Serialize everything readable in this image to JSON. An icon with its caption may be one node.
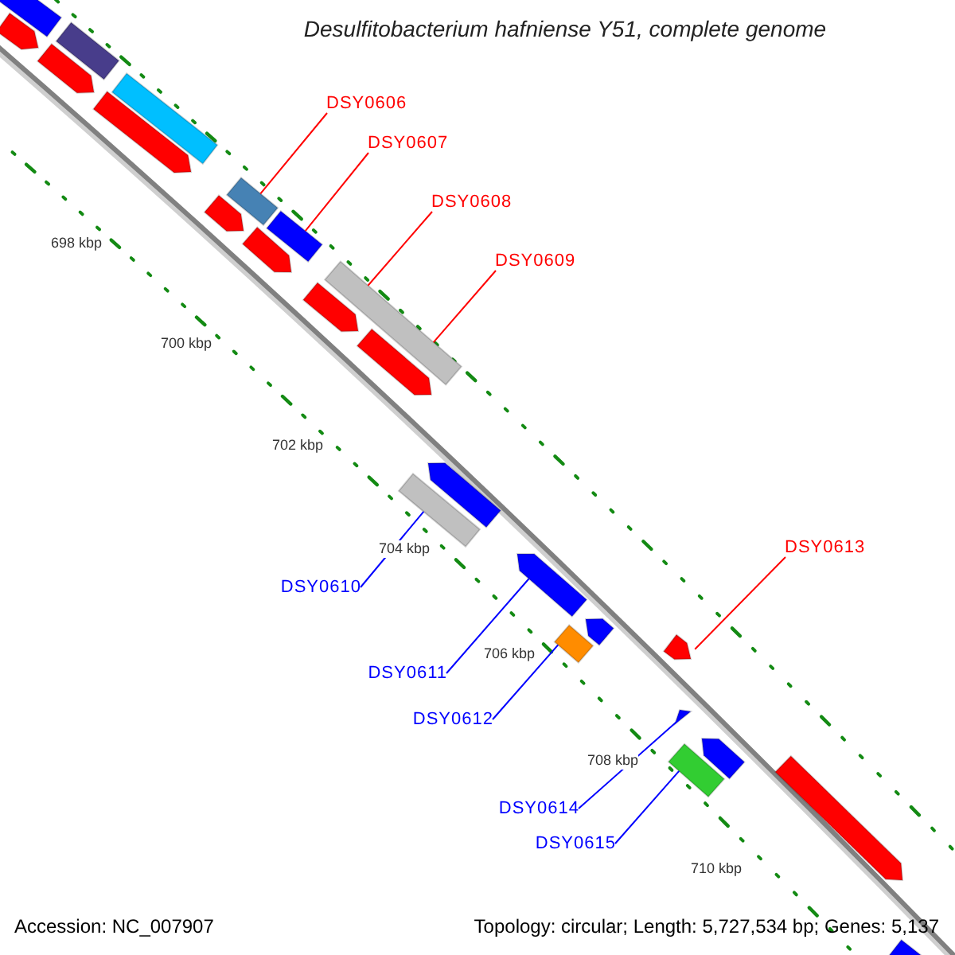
{
  "diagram": {
    "title": "Desulfitobacterium hafniense Y51, complete genome",
    "nodes": [
      {
        "text": [],
        "shape": "bar"
      },
      {
        "text": [],
        "shape": "bar"
      },
      {
        "text": [],
        "shape": "pentagon"
      },
      {
        "text": [],
        "shape": "pentagon"
      },
      {
        "text": [],
        "shape": "bar"
      },
      {
        "text": [],
        "shape": "pentagon"
      },
      {
        "text": [],
        "shape": "bar"
      },
      {
        "text": [],
        "shape": "bar"
      },
      {
        "text": [],
        "shape": "pentagon"
      },
      {
        "text": [],
        "shape": "pentagon"
      },
      {
        "text": [],
        "shape": "bar"
      },
      {
        "text": [],
        "shape": "pentagon"
      },
      {
        "text": [],
        "shape": "pentagon"
      },
      {
        "text": [],
        "shape": "pentagon"
      },
      {
        "text": [],
        "shape": "bar"
      },
      {
        "text": [],
        "shape": "pentagon"
      },
      {
        "text": [],
        "shape": "pentagon"
      },
      {
        "text": [],
        "shape": "box"
      },
      {
        "text": [],
        "shape": "pentagon"
      },
      {
        "text": [],
        "shape": "triangle"
      },
      {
        "text": [],
        "shape": "pentagon"
      },
      {
        "text": [],
        "shape": "bar"
      },
      {
        "text": [],
        "shape": "pentagon"
      },
      {
        "text": [],
        "shape": "bar"
      },
      {
        "text": [
          "DSY0606"
        ]
      },
      {
        "text": [
          "DSY0607"
        ]
      },
      {
        "text": [
          "DSY0608"
        ]
      },
      {
        "text": [
          "DSY0609"
        ]
      },
      {
        "text": [
          "DSY0610"
        ]
      },
      {
        "text": [
          "DSY0611"
        ]
      },
      {
        "text": [
          "DSY0612"
        ]
      },
      {
        "text": [
          "DSY0613"
        ]
      },
      {
        "text": [
          "DSY0614"
        ]
      },
      {
        "text": [
          "DSY0615"
        ]
      }
    ],
    "edges": [
      {
        "from": 24,
        "to": 6,
        "arrow": "none",
        "color": "#ff0000"
      },
      {
        "from": 25,
        "to": 7,
        "arrow": "none",
        "color": "#ff0000"
      },
      {
        "from": 26,
        "to": 10,
        "arrow": "none",
        "color": "#ff0000"
      },
      {
        "from": 27,
        "to": 10,
        "arrow": "none",
        "color": "#ff0000"
      },
      {
        "from": 28,
        "to": 14,
        "arrow": "none",
        "color": "#0000ff"
      },
      {
        "from": 29,
        "to": 15,
        "arrow": "none",
        "color": "#0000ff"
      },
      {
        "from": 30,
        "to": 17,
        "arrow": "none",
        "color": "#0000ff"
      },
      {
        "from": 31,
        "to": 18,
        "arrow": "none",
        "color": "#ff0000"
      },
      {
        "from": 32,
        "to": 19,
        "arrow": "none",
        "color": "#0000ff"
      },
      {
        "from": 33,
        "to": 21,
        "arrow": "none",
        "color": "#0000ff"
      }
    ],
    "labels": [
      "698 kbp",
      "700 kbp",
      "702 kbp",
      "704 kbp",
      "706 kbp",
      "708 kbp",
      "710 kbp",
      "Accession: NC_007907",
      "Topology: circular; Length: 5,727,534 bp; Genes: 5,137"
    ]
  }
}
